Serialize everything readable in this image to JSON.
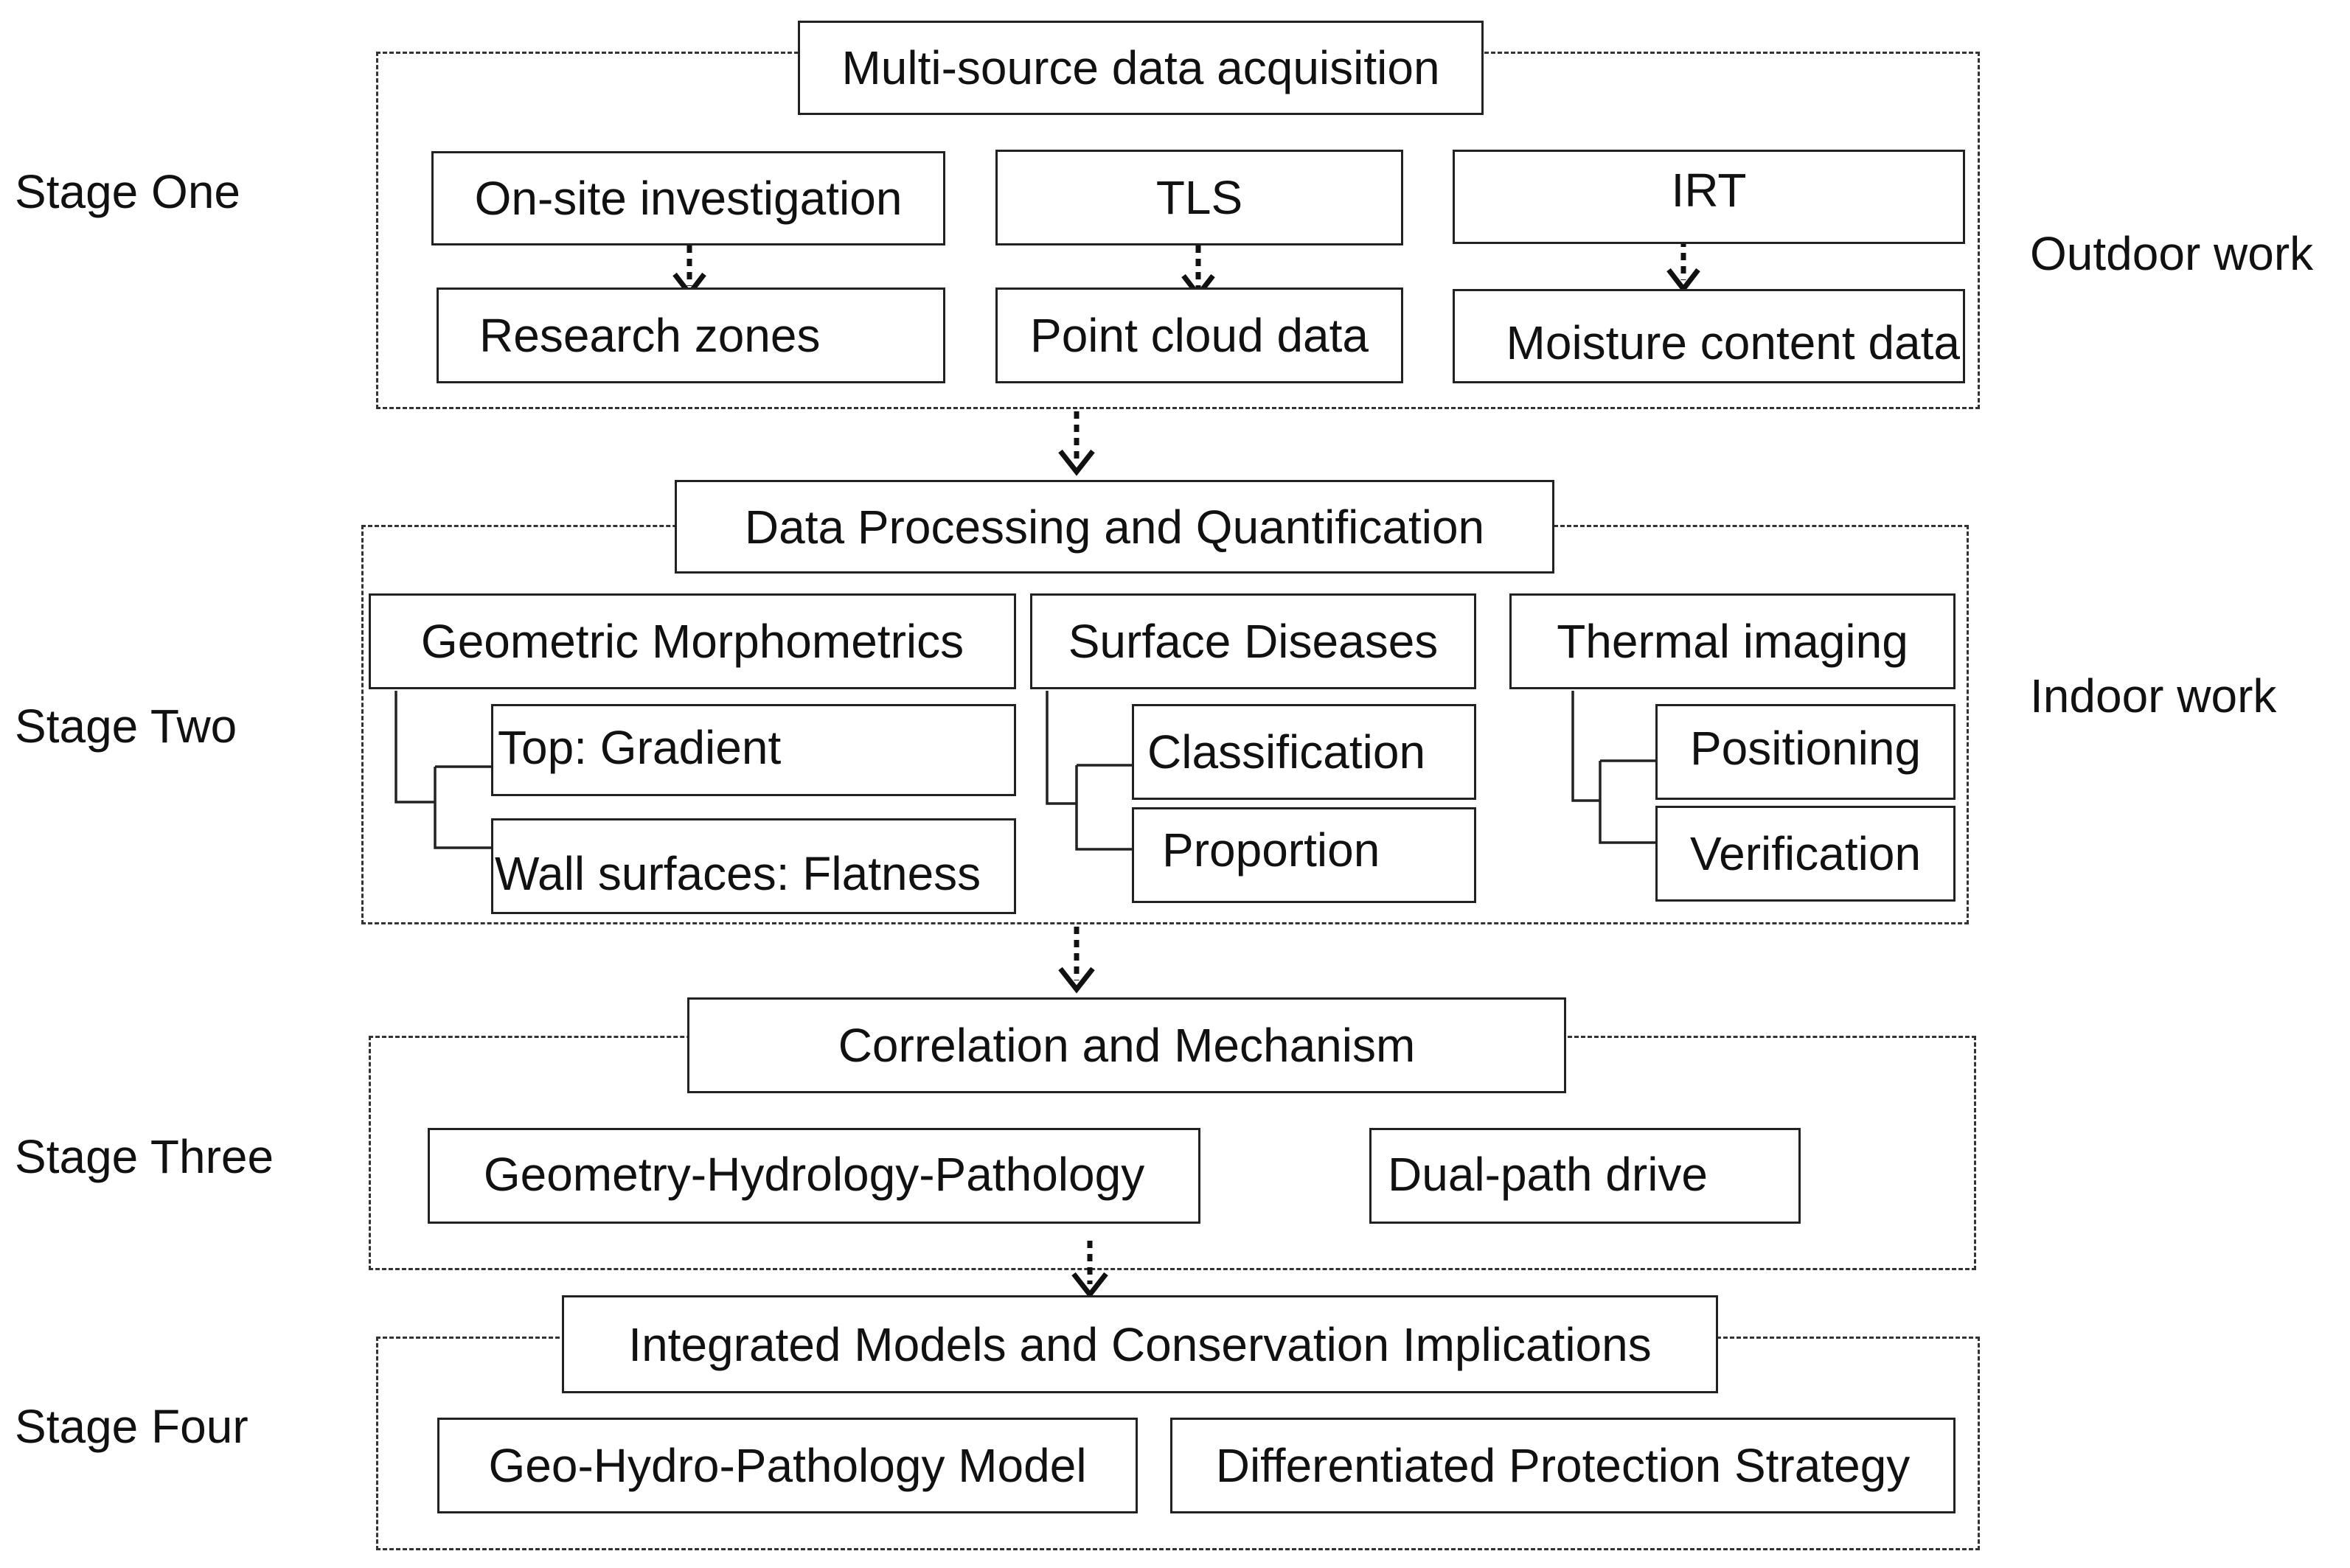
{
  "stages": {
    "one": "Stage One",
    "two": "Stage Two",
    "three": "Stage Three",
    "four": "Stage Four"
  },
  "work_labels": {
    "outdoor": "Outdoor work",
    "indoor": "Indoor work"
  },
  "stage1": {
    "title": "Multi-source data acquisition",
    "onsite": "On-site investigation",
    "zones": "Research zones",
    "tls": "TLS",
    "pointcloud": "Point cloud data",
    "irt": "IRT",
    "moisture": "Moisture content data"
  },
  "stage2": {
    "title": "Data Processing and Quantification",
    "geo": "Geometric Morphometrics",
    "top": "Top: Gradient",
    "wall": "Wall surfaces: Flatness",
    "surface": "Surface Diseases",
    "classification": "Classification",
    "proportion": "Proportion",
    "thermal": "Thermal imaging",
    "positioning": "Positioning",
    "verification": "Verification"
  },
  "stage3": {
    "title": "Correlation and Mechanism",
    "ghp": "Geometry-Hydrology-Pathology",
    "dual": "Dual-path drive"
  },
  "stage4": {
    "title": "Integrated Models and Conservation Implications",
    "model": "Geo-Hydro-Pathology Model",
    "strategy": "Differentiated Protection Strategy"
  }
}
